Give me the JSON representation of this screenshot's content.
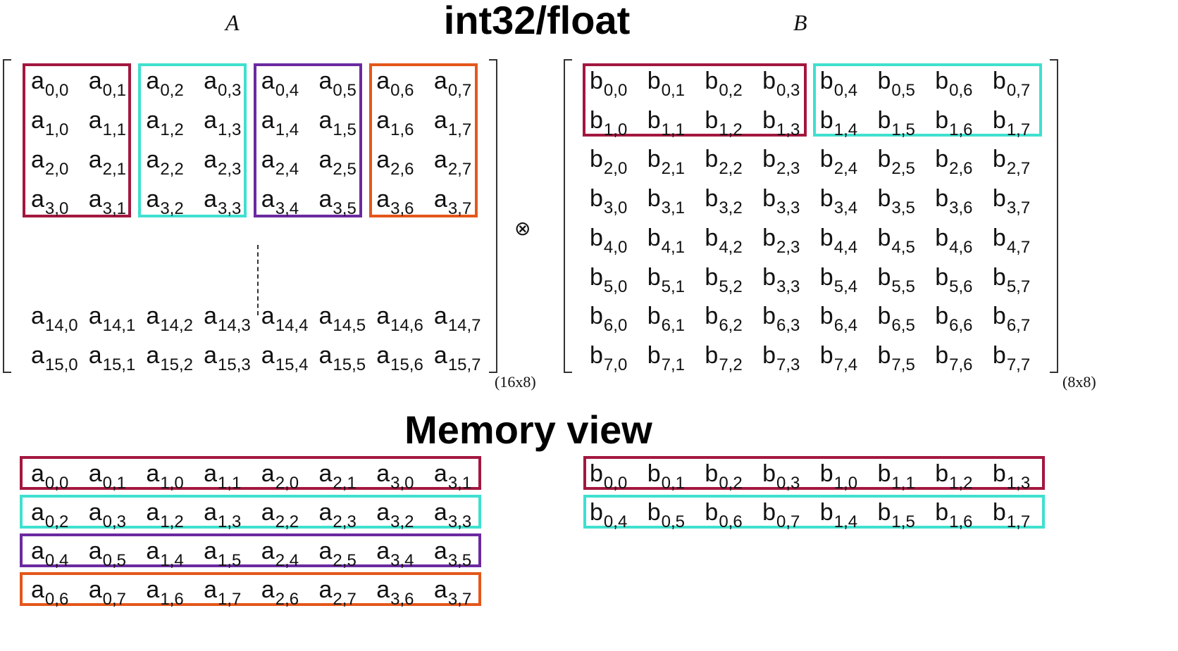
{
  "titles": {
    "main": "int32/float",
    "memory": "Memory view"
  },
  "matrices": {
    "a_label": "A",
    "b_label": "B",
    "a_dim": "(16x8)",
    "b_dim": "(8x8)",
    "op_symbol": "⊗"
  },
  "colors": {
    "group1": "#a3173f",
    "group2": "#3fe0cf",
    "group3": "#6b2aa0",
    "group4": "#e4571a"
  },
  "matrix_a": {
    "rows": [
      [
        [
          "a",
          "0,0"
        ],
        [
          "a",
          "0,1"
        ],
        [
          "a",
          "0,2"
        ],
        [
          "a",
          "0,3"
        ],
        [
          "a",
          "0,4"
        ],
        [
          "a",
          "0,5"
        ],
        [
          "a",
          "0,6"
        ],
        [
          "a",
          "0,7"
        ]
      ],
      [
        [
          "a",
          "1,0"
        ],
        [
          "a",
          "1,1"
        ],
        [
          "a",
          "1,2"
        ],
        [
          "a",
          "1,3"
        ],
        [
          "a",
          "1,4"
        ],
        [
          "a",
          "1,5"
        ],
        [
          "a",
          "1,6"
        ],
        [
          "a",
          "1,7"
        ]
      ],
      [
        [
          "a",
          "2,0"
        ],
        [
          "a",
          "2,1"
        ],
        [
          "a",
          "2,2"
        ],
        [
          "a",
          "2,3"
        ],
        [
          "a",
          "2,4"
        ],
        [
          "a",
          "2,5"
        ],
        [
          "a",
          "2,6"
        ],
        [
          "a",
          "2,7"
        ]
      ],
      [
        [
          "a",
          "3,0"
        ],
        [
          "a",
          "3,1"
        ],
        [
          "a",
          "3,2"
        ],
        [
          "a",
          "3,3"
        ],
        [
          "a",
          "3,4"
        ],
        [
          "a",
          "3,5"
        ],
        [
          "a",
          "3,6"
        ],
        [
          "a",
          "3,7"
        ]
      ],
      [
        [
          "a",
          "14,0"
        ],
        [
          "a",
          "14,1"
        ],
        [
          "a",
          "14,2"
        ],
        [
          "a",
          "14,3"
        ],
        [
          "a",
          "14,4"
        ],
        [
          "a",
          "14,5"
        ],
        [
          "a",
          "14,6"
        ],
        [
          "a",
          "14,7"
        ]
      ],
      [
        [
          "a",
          "15,0"
        ],
        [
          "a",
          "15,1"
        ],
        [
          "a",
          "15,2"
        ],
        [
          "a",
          "15,3"
        ],
        [
          "a",
          "15,4"
        ],
        [
          "a",
          "15,5"
        ],
        [
          "a",
          "15,6"
        ],
        [
          "a",
          "15,7"
        ]
      ]
    ]
  },
  "matrix_b": {
    "rows": [
      [
        [
          "b",
          "0,0"
        ],
        [
          "b",
          "0,1"
        ],
        [
          "b",
          "0,2"
        ],
        [
          "b",
          "0,3"
        ],
        [
          "b",
          "0,4"
        ],
        [
          "b",
          "0,5"
        ],
        [
          "b",
          "0,6"
        ],
        [
          "b",
          "0,7"
        ]
      ],
      [
        [
          "b",
          "1,0"
        ],
        [
          "b",
          "1,1"
        ],
        [
          "b",
          "1,2"
        ],
        [
          "b",
          "1,3"
        ],
        [
          "b",
          "1,4"
        ],
        [
          "b",
          "1,5"
        ],
        [
          "b",
          "1,6"
        ],
        [
          "b",
          "1,7"
        ]
      ],
      [
        [
          "b",
          "2,0"
        ],
        [
          "b",
          "2,1"
        ],
        [
          "b",
          "2,2"
        ],
        [
          "b",
          "2,3"
        ],
        [
          "b",
          "2,4"
        ],
        [
          "b",
          "2,5"
        ],
        [
          "b",
          "2,6"
        ],
        [
          "b",
          "2,7"
        ]
      ],
      [
        [
          "b",
          "3,0"
        ],
        [
          "b",
          "3,1"
        ],
        [
          "b",
          "3,2"
        ],
        [
          "b",
          "3,3"
        ],
        [
          "b",
          "3,4"
        ],
        [
          "b",
          "3,5"
        ],
        [
          "b",
          "3,6"
        ],
        [
          "b",
          "3,7"
        ]
      ],
      [
        [
          "b",
          "4,0"
        ],
        [
          "b",
          "4,1"
        ],
        [
          "b",
          "4,2"
        ],
        [
          "b",
          "2,3"
        ],
        [
          "b",
          "4,4"
        ],
        [
          "b",
          "4,5"
        ],
        [
          "b",
          "4,6"
        ],
        [
          "b",
          "4,7"
        ]
      ],
      [
        [
          "b",
          "5,0"
        ],
        [
          "b",
          "5,1"
        ],
        [
          "b",
          "5,2"
        ],
        [
          "b",
          "3,3"
        ],
        [
          "b",
          "5,4"
        ],
        [
          "b",
          "5,5"
        ],
        [
          "b",
          "5,6"
        ],
        [
          "b",
          "5,7"
        ]
      ],
      [
        [
          "b",
          "6,0"
        ],
        [
          "b",
          "6,1"
        ],
        [
          "b",
          "6,2"
        ],
        [
          "b",
          "6,3"
        ],
        [
          "b",
          "6,4"
        ],
        [
          "b",
          "6,5"
        ],
        [
          "b",
          "6,6"
        ],
        [
          "b",
          "6,7"
        ]
      ],
      [
        [
          "b",
          "7,0"
        ],
        [
          "b",
          "7,1"
        ],
        [
          "b",
          "7,2"
        ],
        [
          "b",
          "7,3"
        ],
        [
          "b",
          "7,4"
        ],
        [
          "b",
          "7,5"
        ],
        [
          "b",
          "7,6"
        ],
        [
          "b",
          "7,7"
        ]
      ]
    ]
  },
  "memory_a": [
    {
      "color": "group1",
      "cells": [
        [
          "a",
          "0,0"
        ],
        [
          "a",
          "0,1"
        ],
        [
          "a",
          "1,0"
        ],
        [
          "a",
          "1,1"
        ],
        [
          "a",
          "2,0"
        ],
        [
          "a",
          "2,1"
        ],
        [
          "a",
          "3,0"
        ],
        [
          "a",
          "3,1"
        ]
      ]
    },
    {
      "color": "group2",
      "cells": [
        [
          "a",
          "0,2"
        ],
        [
          "a",
          "0,3"
        ],
        [
          "a",
          "1,2"
        ],
        [
          "a",
          "1,3"
        ],
        [
          "a",
          "2,2"
        ],
        [
          "a",
          "2,3"
        ],
        [
          "a",
          "3,2"
        ],
        [
          "a",
          "3,3"
        ]
      ]
    },
    {
      "color": "group3",
      "cells": [
        [
          "a",
          "0,4"
        ],
        [
          "a",
          "0,5"
        ],
        [
          "a",
          "1,4"
        ],
        [
          "a",
          "1,5"
        ],
        [
          "a",
          "2,4"
        ],
        [
          "a",
          "2,5"
        ],
        [
          "a",
          "3,4"
        ],
        [
          "a",
          "3,5"
        ]
      ]
    },
    {
      "color": "group4",
      "cells": [
        [
          "a",
          "0,6"
        ],
        [
          "a",
          "0,7"
        ],
        [
          "a",
          "1,6"
        ],
        [
          "a",
          "1,7"
        ],
        [
          "a",
          "2,6"
        ],
        [
          "a",
          "2,7"
        ],
        [
          "a",
          "3,6"
        ],
        [
          "a",
          "3,7"
        ]
      ]
    }
  ],
  "memory_b": [
    {
      "color": "group1",
      "cells": [
        [
          "b",
          "0,0"
        ],
        [
          "b",
          "0,1"
        ],
        [
          "b",
          "0,2"
        ],
        [
          "b",
          "0,3"
        ],
        [
          "b",
          "1,0"
        ],
        [
          "b",
          "1,1"
        ],
        [
          "b",
          "1,2"
        ],
        [
          "b",
          "1,3"
        ]
      ]
    },
    {
      "color": "group2",
      "cells": [
        [
          "b",
          "0,4"
        ],
        [
          "b",
          "0,5"
        ],
        [
          "b",
          "0,6"
        ],
        [
          "b",
          "0,7"
        ],
        [
          "b",
          "1,4"
        ],
        [
          "b",
          "1,5"
        ],
        [
          "b",
          "1,6"
        ],
        [
          "b",
          "1,7"
        ]
      ]
    }
  ]
}
